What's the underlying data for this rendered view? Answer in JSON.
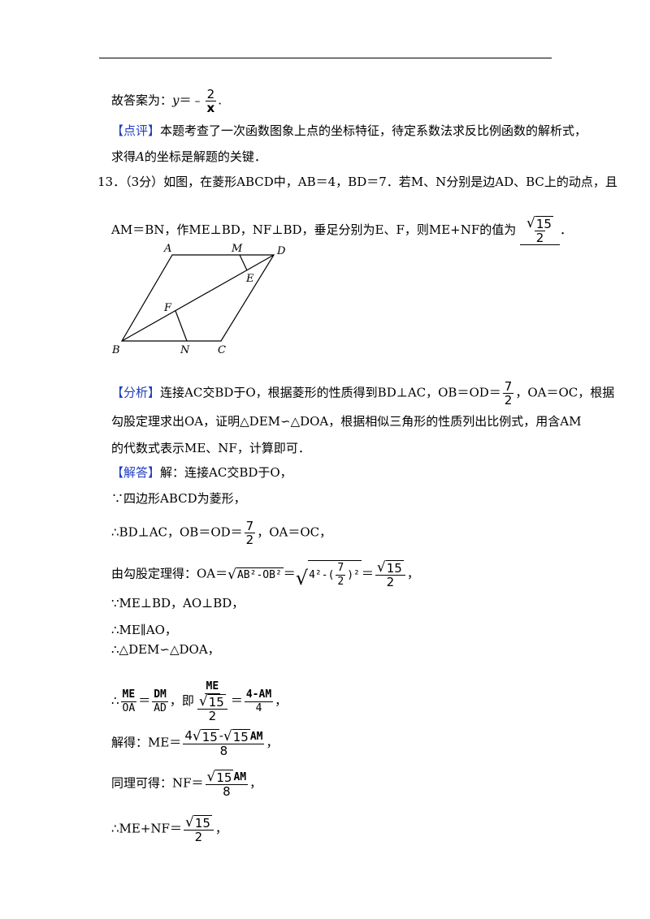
{
  "prev": {
    "answer_prefix": "故答案为：",
    "y": "y",
    "eq": "＝﹣",
    "num": "2",
    "den": "x",
    "period": ".",
    "comment_tag": "【点评】",
    "comment_1": "本题考查了一次函数图象上点的坐标特征，待定系数法求反比例函数的解析式，",
    "comment_2a": "求得",
    "comment_2b": "A",
    "comment_2c": "的坐标是解题的关键．"
  },
  "q13": {
    "number": "13．",
    "score": "（3分）",
    "stem_1": "如图，在菱形ABCD中，AB＝4，BD＝7．若M、N分别是边AD、BC上的动点，且",
    "stem_2": "AM＝BN，作ME⊥BD，NF⊥BD，垂足分别为E、F，则ME+NF的值为",
    "answer_root": "15",
    "answer_den": "2",
    "figure": {
      "labels": {
        "A": "A",
        "M": "M",
        "D": "D",
        "E": "E",
        "F": "F",
        "B": "B",
        "N": "N",
        "C": "C"
      }
    }
  },
  "analysis": {
    "tag": "【分析】",
    "line1a": "连接AC交BD于O，根据菱形的性质得到BD⊥AC，OB＝OD＝",
    "line1_num": "7",
    "line1_den": "2",
    "line1b": "，OA＝OC，根据",
    "line2": "勾股定理求出OA，证明△DEM∽△DOA，根据相似三角形的性质列出比例式，用含AM",
    "line3": "的代数式表示ME、NF，计算即可．"
  },
  "solution": {
    "tag": "【解答】",
    "s1": "解：连接AC交BD于O，",
    "s2": "∵四边形ABCD为菱形，",
    "s3a": "∴BD⊥AC，OB＝OD＝",
    "s3_num": "7",
    "s3_den": "2",
    "s3b": "，OA＝OC，",
    "s4a": "由勾股定理得：OA＝",
    "s4_r1": "AB²-OB²",
    "s4_eq": "＝",
    "s4_r2a": "4²-(",
    "s4_r2_num": "7",
    "s4_r2_den": "2",
    "s4_r2b": ")²",
    "s4_eq2": "＝",
    "s4_res_root": "15",
    "s4_res_den": "2",
    "s4_end": "，",
    "s5": "∵ME⊥BD，AO⊥BD，",
    "s6": "∴ME∥AO，",
    "s7": "∴△DEM∽△DOA，",
    "s8_pre": "∴",
    "s8_f1n": "ME",
    "s8_f1d": "OA",
    "s8_eq": "＝",
    "s8_f2n": "DM",
    "s8_f2d": "AD",
    "s8_mid": "，即",
    "s8_f3n": "ME",
    "s8_f3root": "15",
    "s8_f3d": "2",
    "s8_eq2": "＝",
    "s8_f4n": "4-AM",
    "s8_f4d": "4",
    "s8_end": "，",
    "s9a": "解得：ME＝",
    "s9_num_a": "4",
    "s9_root1": "15",
    "s9_mid": "-",
    "s9_root2": "15",
    "s9_tail": "AM",
    "s9_den": "8",
    "s9_end": "，",
    "s10a": "同理可得：NF＝",
    "s10_root": "15",
    "s10_tail": "AM",
    "s10_den": "8",
    "s10_end": "，",
    "s11a": "∴ME+NF＝",
    "s11_root": "15",
    "s11_den": "2",
    "s11_end": "，"
  }
}
